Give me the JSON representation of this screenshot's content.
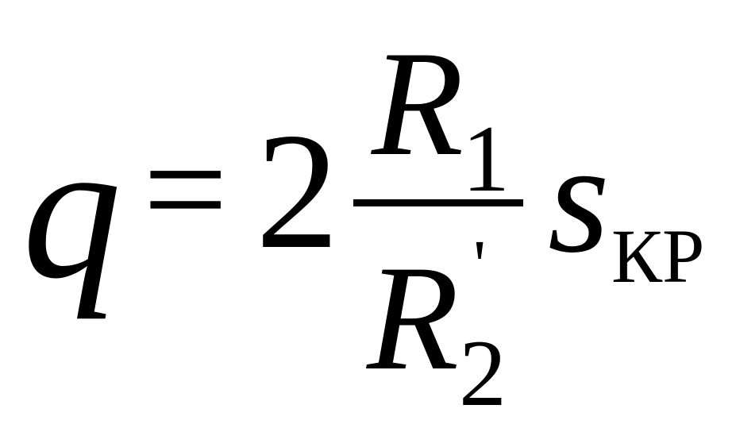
{
  "formula": {
    "lhs": "q",
    "equals": "=",
    "coefficient": "2",
    "numerator": {
      "symbol": "R",
      "subscript": "1"
    },
    "denominator": {
      "symbol": "R",
      "superscript": "'",
      "subscript": "2"
    },
    "factor": {
      "symbol": "s",
      "subscript": "КР"
    }
  }
}
